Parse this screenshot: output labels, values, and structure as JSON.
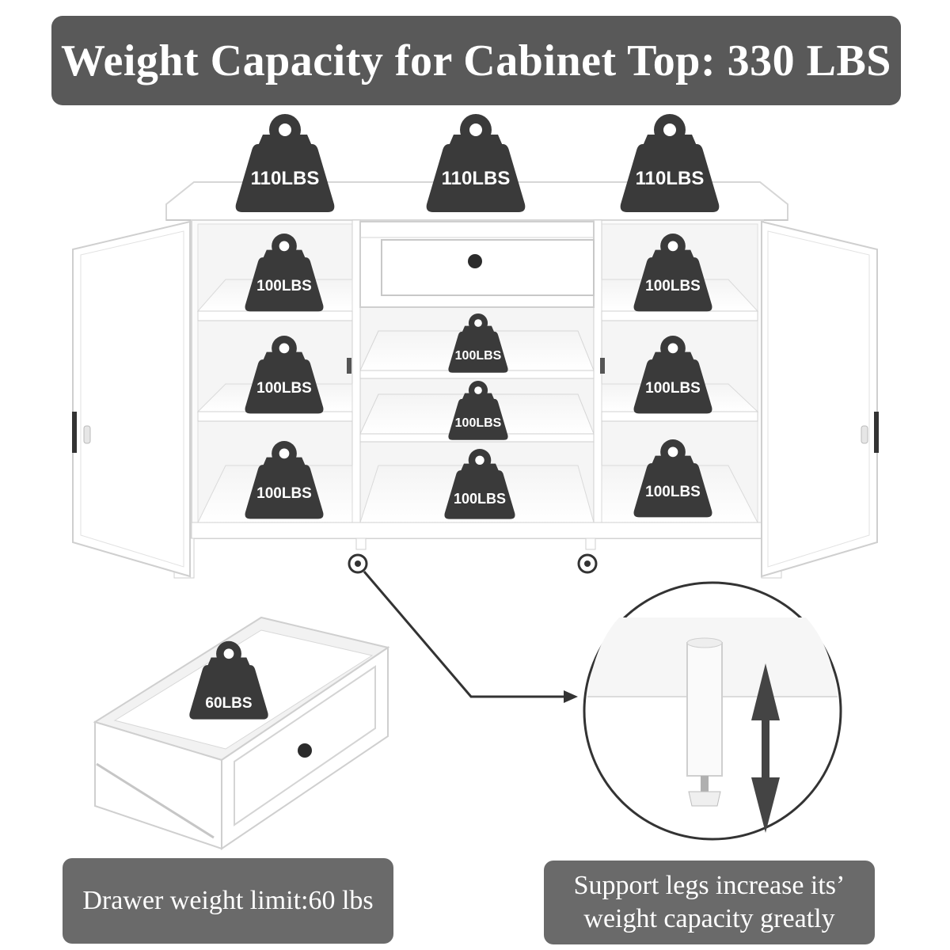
{
  "header": {
    "title": "Weight Capacity for Cabinet Top: 330 LBS"
  },
  "weights": {
    "top_left": "110LBS",
    "top_center": "110LBS",
    "top_right": "110LBS",
    "left_upper": "100LBS",
    "left_middle": "100LBS",
    "left_lower": "100LBS",
    "center_upper": "100LBS",
    "center_middle": "100LBS",
    "center_lower": "100LBS",
    "right_upper": "100LBS",
    "right_middle": "100LBS",
    "right_lower": "100LBS",
    "drawer": "60LBS"
  },
  "captions": {
    "drawer": "Drawer weight limit:60 lbs",
    "legs_line1": "Support legs increase its’",
    "legs_line2": "weight capacity greatly"
  },
  "icons": {
    "weight": "weight-icon",
    "arrow": "double-arrow-icon",
    "pointer": "pointer-arrow-icon"
  },
  "colors": {
    "banner": "#595959",
    "weight": "#3a3a3a",
    "caption": "#6a6a6a",
    "cabinet": "#ffffff"
  }
}
